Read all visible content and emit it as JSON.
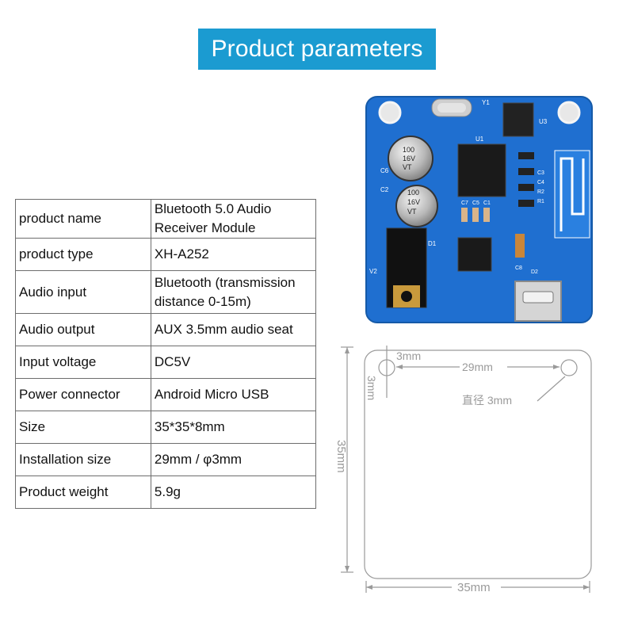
{
  "title": "Product parameters",
  "params": [
    {
      "key": "product name",
      "value": "Bluetooth 5.0 Audio Receiver Module"
    },
    {
      "key": "product type",
      "value": "XH-A252"
    },
    {
      "key": "Audio input",
      "value": "Bluetooth (transmission distance 0-15m)"
    },
    {
      "key": "Audio output",
      "value": "AUX 3.5mm audio seat"
    },
    {
      "key": "Input voltage",
      "value": "DC5V"
    },
    {
      "key": "Power connector",
      "value": "Android Micro USB"
    },
    {
      "key": "Size",
      "value": "35*35*8mm"
    },
    {
      "key": "Installation size",
      "value": "29mm / φ3mm"
    },
    {
      "key": "Product weight",
      "value": "5.9g"
    }
  ],
  "board": {
    "cap_labels": [
      "100",
      "16V",
      "VT"
    ],
    "silk": [
      "Y1",
      "U3",
      "U1",
      "C6",
      "C2",
      "C7",
      "C5",
      "C1",
      "D1",
      "V2",
      "C8",
      "D2",
      "C3",
      "C4",
      "R2",
      "R1"
    ]
  },
  "diagram": {
    "hole_label": "3mm",
    "hole_spacing_label": "29mm",
    "hole_vertical_label": "3mm",
    "diameter_label": "直径 3mm",
    "height_label": "35mm",
    "width_label": "35mm"
  },
  "colors": {
    "banner": "#1b9bd1",
    "pcb": "#1f6fd0",
    "line": "#9a9a9a"
  }
}
